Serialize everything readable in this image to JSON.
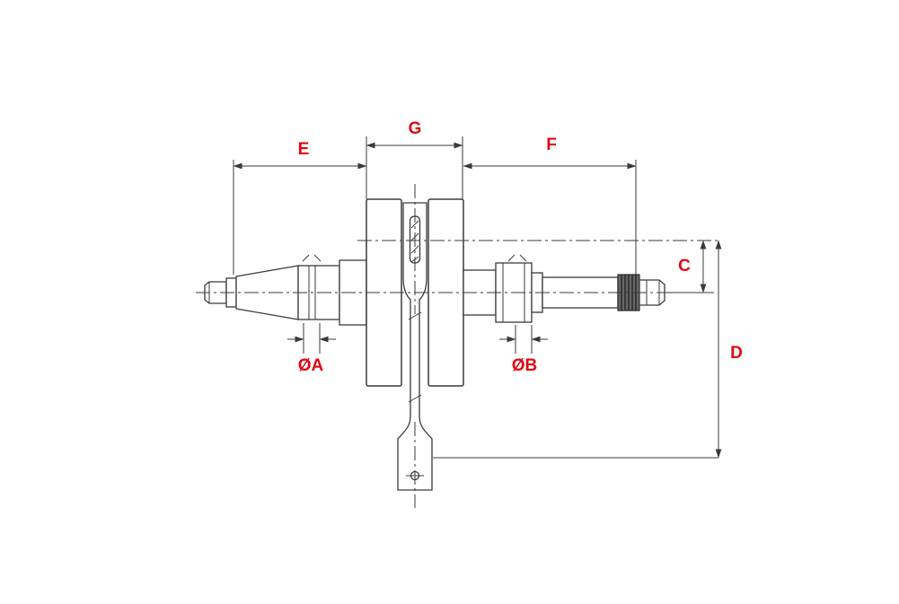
{
  "diagram": {
    "type": "technical-drawing",
    "subject": "Crankshaft with connecting rod - dimension diagram",
    "background": "#ffffff",
    "line_color": "#3a3a3a",
    "label_color": "#e30613",
    "labels": {
      "E": "E",
      "G": "G",
      "F": "F",
      "C": "C",
      "D": "D",
      "diaA": "ØA",
      "diaB": "ØB"
    }
  }
}
